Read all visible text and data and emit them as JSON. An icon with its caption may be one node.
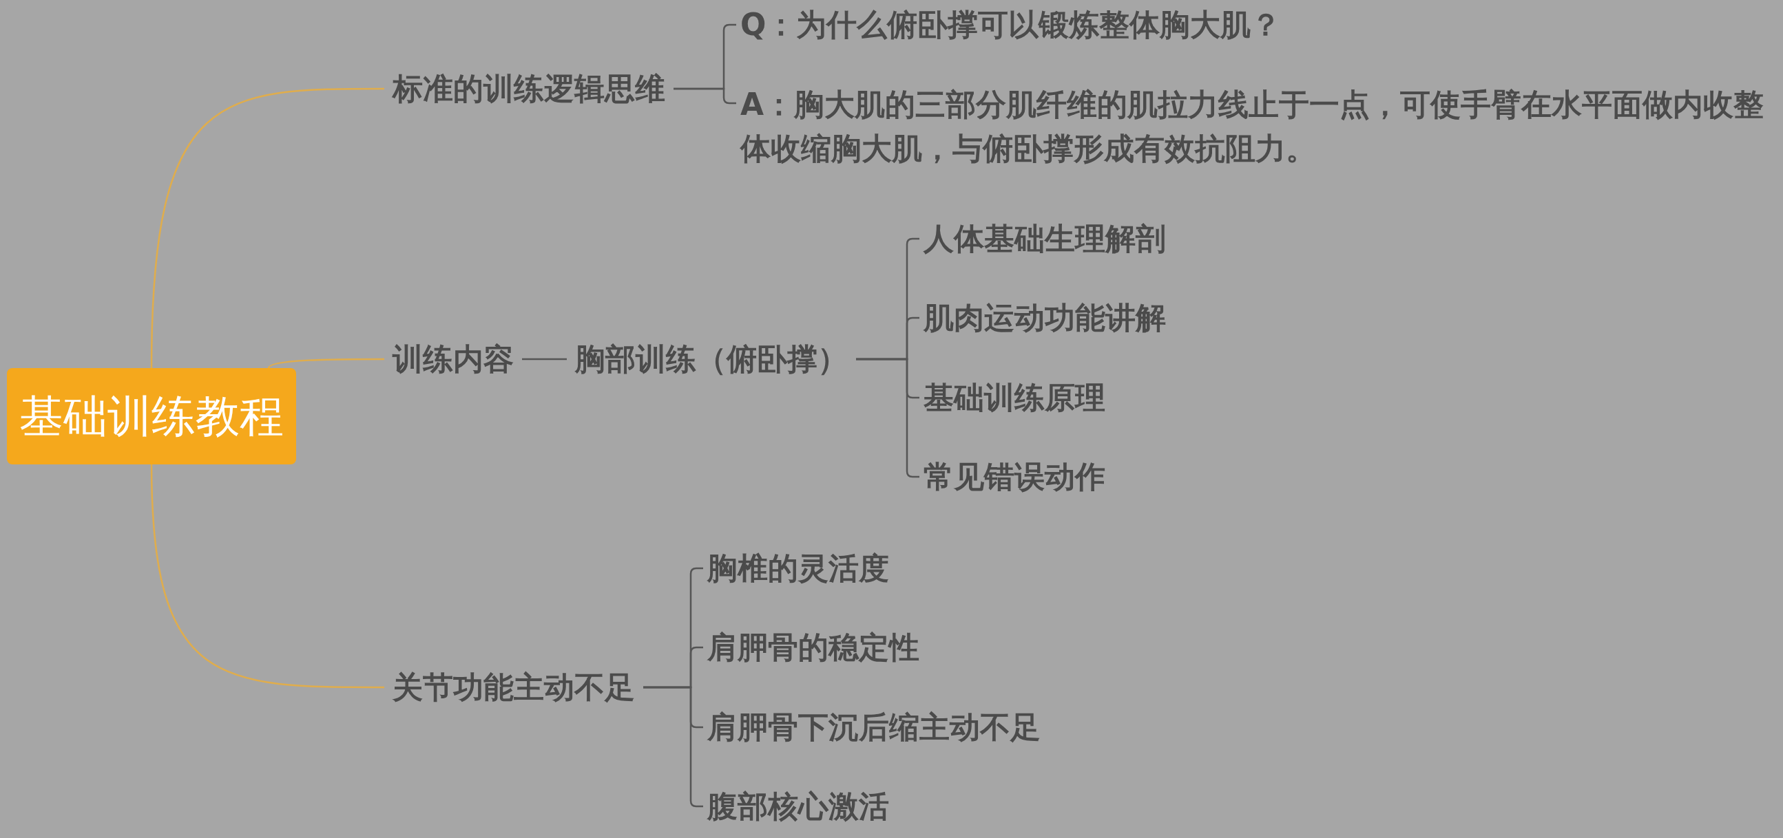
{
  "diagram": {
    "nodes": [
      {
        "text": [
          "基础训练教程"
        ]
      },
      {
        "text": [
          "标准的训练逻辑思维"
        ]
      },
      {
        "text": [
          "Q：为什么俯卧撑可以锻炼整体胸大肌？"
        ]
      },
      {
        "text": [
          "A：胸大肌的三部分肌纤维的肌拉力线止于一点，可使手臂在水平面做内收整体收缩胸大肌，与俯卧撑形成有效抗阻力。"
        ]
      },
      {
        "text": [
          "训练内容"
        ]
      },
      {
        "text": [
          "胸部训练（俯卧撑）"
        ]
      },
      {
        "text": [
          "人体基础生理解剖"
        ]
      },
      {
        "text": [
          "肌肉运动功能讲解"
        ]
      },
      {
        "text": [
          "基础训练原理"
        ]
      },
      {
        "text": [
          "常见错误动作"
        ]
      },
      {
        "text": [
          "关节功能主动不足"
        ]
      },
      {
        "text": [
          "胸椎的灵活度"
        ]
      },
      {
        "text": [
          "肩胛骨的稳定性"
        ]
      },
      {
        "text": [
          "肩胛骨下沉后缩主动不足"
        ]
      },
      {
        "text": [
          "腹部核心激活"
        ]
      }
    ],
    "edges": [
      {
        "from": 0,
        "to": 1,
        "arrow": "none",
        "color": "#e0ad4c"
      },
      {
        "from": 0,
        "to": 4,
        "arrow": "none",
        "color": "#e0ad4c"
      },
      {
        "from": 0,
        "to": 10,
        "arrow": "none",
        "color": "#e0ad4c"
      },
      {
        "from": 1,
        "to": 2,
        "arrow": "none"
      },
      {
        "from": 1,
        "to": 3,
        "arrow": "none"
      },
      {
        "from": 4,
        "to": 5,
        "arrow": "none"
      },
      {
        "from": 5,
        "to": 6,
        "arrow": "none"
      },
      {
        "from": 5,
        "to": 7,
        "arrow": "none"
      },
      {
        "from": 5,
        "to": 8,
        "arrow": "none"
      },
      {
        "from": 5,
        "to": 9,
        "arrow": "none"
      },
      {
        "from": 10,
        "to": 11,
        "arrow": "none"
      },
      {
        "from": 10,
        "to": 12,
        "arrow": "none"
      },
      {
        "from": 10,
        "to": 13,
        "arrow": "none"
      },
      {
        "from": 10,
        "to": 14,
        "arrow": "none"
      }
    ]
  }
}
